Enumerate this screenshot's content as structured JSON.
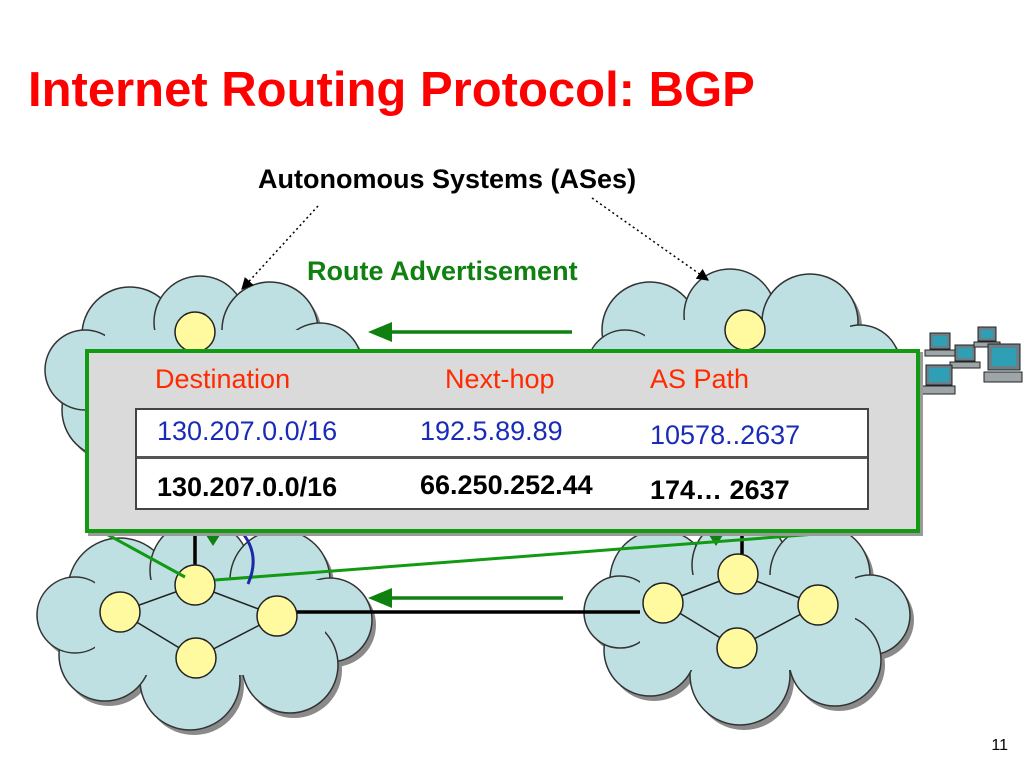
{
  "slide": {
    "title": "Internet Routing Protocol: BGP",
    "subtitle": "Autonomous Systems (ASes)",
    "advertisement_label": "Route Advertisement",
    "page_number": "11"
  },
  "routing_table": {
    "headers": [
      "Destination",
      "Next-hop",
      "AS Path"
    ],
    "rows": [
      {
        "destination": "130.207.0.0/16",
        "next_hop": "192.5.89.89",
        "as_path": "10578..2637"
      },
      {
        "destination": "130.207.0.0/16",
        "next_hop": "66.250.252.44",
        "as_path": "174…  2637"
      }
    ]
  },
  "colors": {
    "title": "#ff0000",
    "advertisement": "#108010",
    "cloud_fill": "#bfe0e2",
    "router_fill": "#fffaa0",
    "table_border": "#129a12",
    "header_text": "#ff2a00",
    "row_text_primary": "#1a2bb8"
  },
  "icons": [
    "cloud-icon",
    "router-icon",
    "computer-icon",
    "arrow-left-icon",
    "arrow-down-icon"
  ]
}
